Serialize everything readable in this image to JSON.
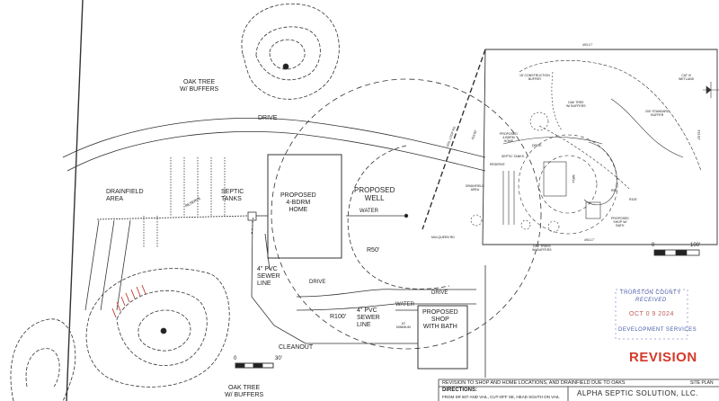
{
  "labels": {
    "oak_tree_top": "OAK TREE\nW/ BUFFERS",
    "drive_top": "DRIVE",
    "drainfield_area": "DRAINFIELD\nAREA",
    "reserve": "RESERVE",
    "septic_tanks": "SEPTIC\nTANKS",
    "proposed_home": "PROPOSED\n4-BDRM\nHOME",
    "proposed_well": "PROPOSED\nWELL",
    "water_top": "WATER",
    "r50": "R50'",
    "pvc_sewer_1": "4\" PVC\nSEWER\nLINE",
    "drive_mid": "DRIVE",
    "r100": "R100'",
    "pvc_sewer_2": "4\" PVC\nSEWER\nLINE",
    "water_bottom": "WATER",
    "proposed_shop": "PROPOSED\nSHOP\nWITH BATH",
    "drive_right": "DRIVE",
    "cleanout": "CLEANOUT",
    "oak_tree_bottom": "OAK TREE\nW/ BUFFERS",
    "scale_30": "30'",
    "scale_0": "0",
    "min_10": "10'\nMINIMUM"
  },
  "vicinity": {
    "dim_top": "493.17'",
    "dim_right": "413.82'",
    "dim_left": "413.82'",
    "dim_bottom": "493.17'",
    "construction_buffer": "15' CONSTRUCTION\nBUFFER",
    "wetland": "CAT III\nWETLAND",
    "oak_tree": "OAK TREE\nW/ BUFFERS",
    "standard_buffer": "200' STANDARD\nBUFFER",
    "proposed_home": "PROPOSED\n4-BDRM\nHOME",
    "drive": "DRIVE",
    "septic_tanks": "SEPTIC TANKS",
    "reserve": "RESERVE",
    "drainfield_area": "DRAINFIELD\nAREA",
    "well": "WELL",
    "r50": "R50'",
    "r100": "R100'",
    "shop": "PROPOSED\nSHOP W/\nBATH",
    "oak_trees": "OAK TREES\nW/ BUFFERS",
    "road_left": "VAIL LOOP RD",
    "road_bottom": "MULQUEEN RD",
    "scale_0": "0",
    "scale_100": "100'"
  },
  "stamp": {
    "county": "THURSTON COUNTY",
    "received": "RECEIVED",
    "date": "OCT 0 9  2024",
    "dept": "DEVELOPMENT SERVICES"
  },
  "revision": "REVISION",
  "title_block": {
    "revision_note": "REVISION TO SHOP AND HOME LOCATIONS, AND DRAINFIELD DUE TO OAKS",
    "directions_label": "DIRECTIONS:",
    "directions_text": "FROM SR 507 AND VAIL, CUT-OFF SE, HEAD SOUTH ON VAIL",
    "company": "ALPHA SEPTIC SOLUTION, LLC.",
    "sheet": "SITE PLAN"
  },
  "colors": {
    "line": "#333333",
    "stamp": "#4a5aa8",
    "revision": "#d43a2a",
    "tree_marks": "#c0392b"
  }
}
